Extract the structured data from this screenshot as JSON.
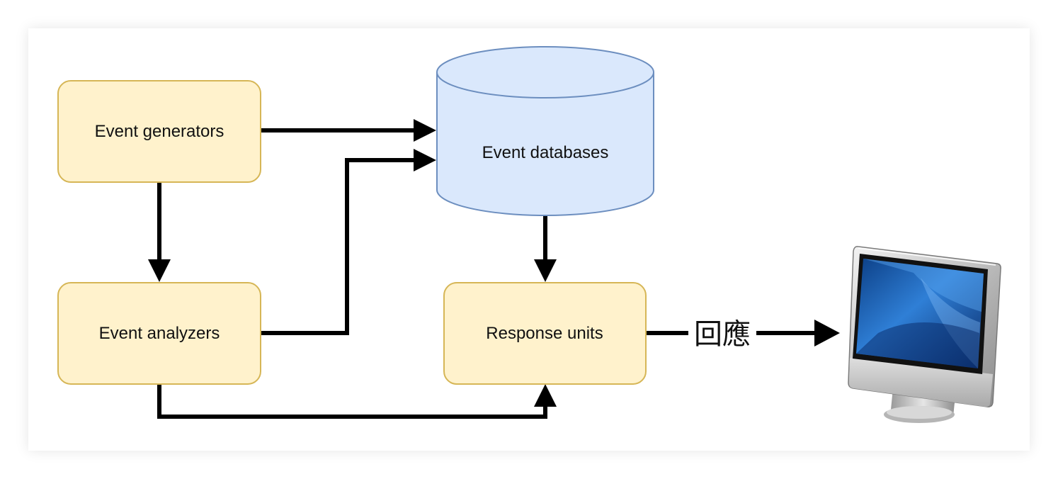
{
  "nodes": {
    "generators": {
      "label": "Event generators"
    },
    "analyzers": {
      "label": "Event analyzers"
    },
    "databases": {
      "label": "Event databases"
    },
    "response": {
      "label": "Response units"
    }
  },
  "edges": {
    "response_to_monitor": {
      "label": "回應"
    }
  },
  "icons": {
    "monitor": "monitor-icon"
  },
  "colors": {
    "box_fill": "#fff2cc",
    "box_stroke": "#d6b656",
    "db_fill": "#dae8fc",
    "db_stroke": "#6c8ebf",
    "arrow": "#000000"
  }
}
